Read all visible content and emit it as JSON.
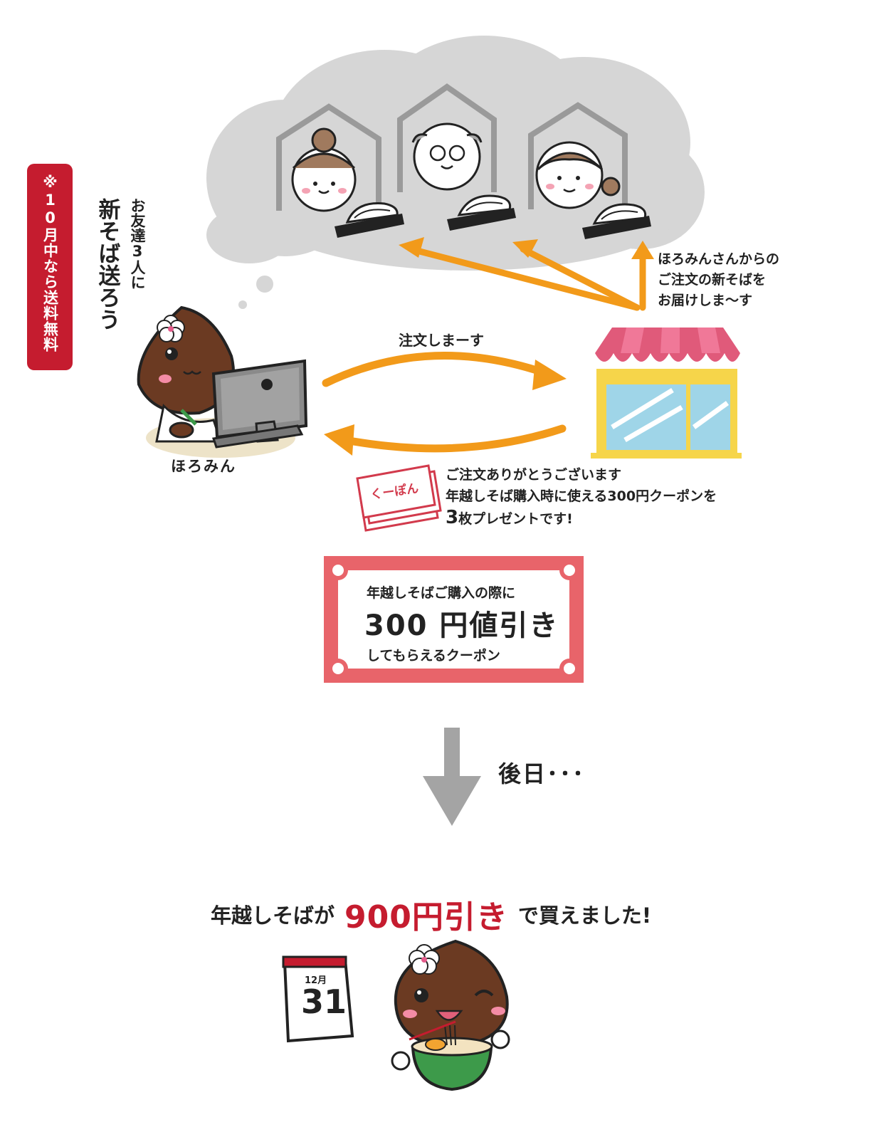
{
  "badge": {
    "text": "※10月中なら送料無料",
    "color": "#c51c2f"
  },
  "thought": {
    "line1": "お友達3人に",
    "line2": "新そば送ろう"
  },
  "character": {
    "name": "ほろみん"
  },
  "order": {
    "label": "注文しまーす"
  },
  "shop_message": {
    "lines": [
      "ほろみんさんからの",
      "ご注文の新そばを",
      "お届けしま〜す"
    ]
  },
  "reply": {
    "line1": "ご注文ありがとうございます",
    "line2": "年越しそば購入時に使える300円クーポンを",
    "line3_big": "3",
    "line3_rest": "枚プレゼントです!"
  },
  "coupon_ticket": {
    "text": "くーぽん"
  },
  "coupon_card": {
    "line1": "年越しそばご購入の際に",
    "line2": "300 円値引き",
    "line3": "してもらえるクーポン",
    "border_color": "#e8646a"
  },
  "later": {
    "text": "後日･･･"
  },
  "result": {
    "pre": "年越しそばが",
    "highlight": "900円引き",
    "post": "で買えました!"
  },
  "calendar": {
    "month": "12月",
    "day": "31"
  },
  "colors": {
    "arrow_orange": "#f29a1a",
    "cloud_gray": "#d6d6d6",
    "down_arrow_gray": "#a4a4a4",
    "accent_red": "#c51c2f"
  },
  "icons": [
    "cloud-icon",
    "house-icon",
    "soba-box-icon",
    "shop-icon",
    "computer-icon",
    "calendar-icon",
    "noodle-bowl-icon",
    "coupon-icon",
    "down-arrow-icon"
  ]
}
